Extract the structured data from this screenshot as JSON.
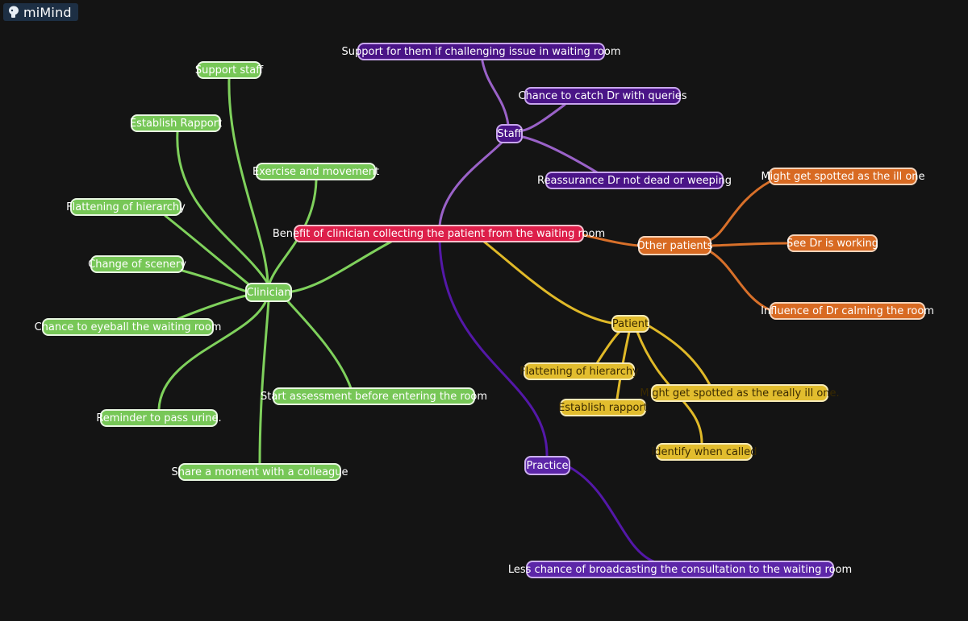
{
  "app": {
    "name": "miMind"
  },
  "colors": {
    "green": "#7fd15c",
    "purple_light": "#9a62c8",
    "purple_dark": "#5418a8",
    "orange": "#d8702a",
    "yellow": "#e0b928",
    "red": "#dd1f4a"
  },
  "mindmap": {
    "root": "Benefit of clinician collecting the patient from the waiting room",
    "clinician": {
      "label": "Clinician",
      "children": [
        "Support staff",
        "Establish Rapport",
        "Exercise and movement",
        "Flattening of hierarchy",
        "Change of scenery",
        "Chance to eyeball the waiting room",
        "Reminder to pass urine.",
        "Share a moment with a colleague",
        "Start assessment before entering the room"
      ]
    },
    "staff": {
      "label": "Staff",
      "children": [
        "Support for them if challenging issue in waiting room",
        "Chance to catch Dr with queries",
        "Reassurance Dr not dead or weeping"
      ]
    },
    "other_patients": {
      "label": "Other patients",
      "children": [
        "Might get spotted as the ill one",
        "See Dr is working",
        "Influence of Dr calming the room"
      ]
    },
    "patient": {
      "label": "Patient",
      "children": [
        "Flattening of hierarchy",
        "Establish rapport",
        "Might get spotted as the really ill one.",
        "identify when called"
      ]
    },
    "practice": {
      "label": "Practice",
      "children": [
        "Less chance of broadcasting the consultation to the waiting room"
      ]
    }
  }
}
